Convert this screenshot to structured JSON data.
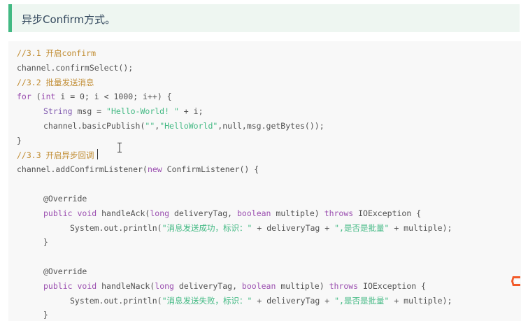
{
  "heading": {
    "text": "异步Confirm方式。"
  },
  "code": {
    "lines": [
      {
        "row": 0,
        "indent": 0,
        "tokens": [
          [
            "comment",
            "//3.1 开启confirm"
          ]
        ]
      },
      {
        "row": 1,
        "indent": 0,
        "tokens": [
          [
            "plain",
            "channel.confirmSelect();"
          ]
        ]
      },
      {
        "row": 2,
        "indent": 0,
        "tokens": [
          [
            "comment",
            "//3.2 批量发送消息"
          ]
        ]
      },
      {
        "row": 3,
        "indent": 0,
        "tokens": [
          [
            "kw",
            "for"
          ],
          [
            "plain",
            " ("
          ],
          [
            "kw",
            "int"
          ],
          [
            "plain",
            " i = 0; i < 1000; i++) {"
          ]
        ]
      },
      {
        "row": 4,
        "indent": 1,
        "tokens": [
          [
            "type",
            "String"
          ],
          [
            "plain",
            " msg = "
          ],
          [
            "str",
            "\"Hello-World! \""
          ],
          [
            "plain",
            " + i;"
          ]
        ]
      },
      {
        "row": 5,
        "indent": 1,
        "tokens": [
          [
            "plain",
            "channel.basicPublish("
          ],
          [
            "str",
            "\"\""
          ],
          [
            "plain",
            ","
          ],
          [
            "str",
            "\"HelloWorld\""
          ],
          [
            "plain",
            ",null,msg.getBytes());"
          ]
        ]
      },
      {
        "row": 6,
        "indent": 0,
        "tokens": [
          [
            "plain",
            "}"
          ]
        ]
      },
      {
        "row": 7,
        "indent": 0,
        "tokens": [
          [
            "comment",
            "//3.3 开启异步回调"
          ]
        ]
      },
      {
        "row": 8,
        "indent": 0,
        "tokens": [
          [
            "plain",
            "channel.addConfirmListener("
          ],
          [
            "kw",
            "new"
          ],
          [
            "plain",
            " ConfirmListener() {"
          ]
        ]
      },
      {
        "row": 10,
        "indent": 1,
        "tokens": [
          [
            "plain",
            "@Override"
          ]
        ]
      },
      {
        "row": 11,
        "indent": 1,
        "tokens": [
          [
            "kw",
            "public"
          ],
          [
            "plain",
            " "
          ],
          [
            "kw",
            "void"
          ],
          [
            "plain",
            " handleAck("
          ],
          [
            "kw",
            "long"
          ],
          [
            "plain",
            " deliveryTag, "
          ],
          [
            "kw",
            "boolean"
          ],
          [
            "plain",
            " multiple) "
          ],
          [
            "kw",
            "throws"
          ],
          [
            "plain",
            " IOException {"
          ]
        ]
      },
      {
        "row": 12,
        "indent": 2,
        "tokens": [
          [
            "plain",
            "System.out.println("
          ],
          [
            "str",
            "\"消息发送成功，标识：\""
          ],
          [
            "plain",
            " + deliveryTag + "
          ],
          [
            "str",
            "\",是否是批量\""
          ],
          [
            "plain",
            " + multiple);"
          ]
        ]
      },
      {
        "row": 13,
        "indent": 1,
        "tokens": [
          [
            "plain",
            "}"
          ]
        ]
      },
      {
        "row": 15,
        "indent": 1,
        "tokens": [
          [
            "plain",
            "@Override"
          ]
        ]
      },
      {
        "row": 16,
        "indent": 1,
        "tokens": [
          [
            "kw",
            "public"
          ],
          [
            "plain",
            " "
          ],
          [
            "kw",
            "void"
          ],
          [
            "plain",
            " handleNack("
          ],
          [
            "kw",
            "long"
          ],
          [
            "plain",
            " deliveryTag, "
          ],
          [
            "kw",
            "boolean"
          ],
          [
            "plain",
            " multiple) "
          ],
          [
            "kw",
            "throws"
          ],
          [
            "plain",
            " IOException {"
          ]
        ]
      },
      {
        "row": 17,
        "indent": 2,
        "tokens": [
          [
            "plain",
            "System.out.println("
          ],
          [
            "str",
            "\"消息发送失败，标识：\""
          ],
          [
            "plain",
            " + deliveryTag + "
          ],
          [
            "str",
            "\",是否是批量\""
          ],
          [
            "plain",
            " + multiple);"
          ]
        ]
      },
      {
        "row": 18,
        "indent": 1,
        "tokens": [
          [
            "plain",
            "}"
          ]
        ]
      }
    ]
  },
  "icons": {
    "cursor": "text-cursor-icon",
    "logo": "csdn-logo-icon"
  },
  "colors": {
    "accent": "#42b983",
    "comment": "#c08b30",
    "keyword": "#9b4fb0",
    "string": "#42b983"
  }
}
